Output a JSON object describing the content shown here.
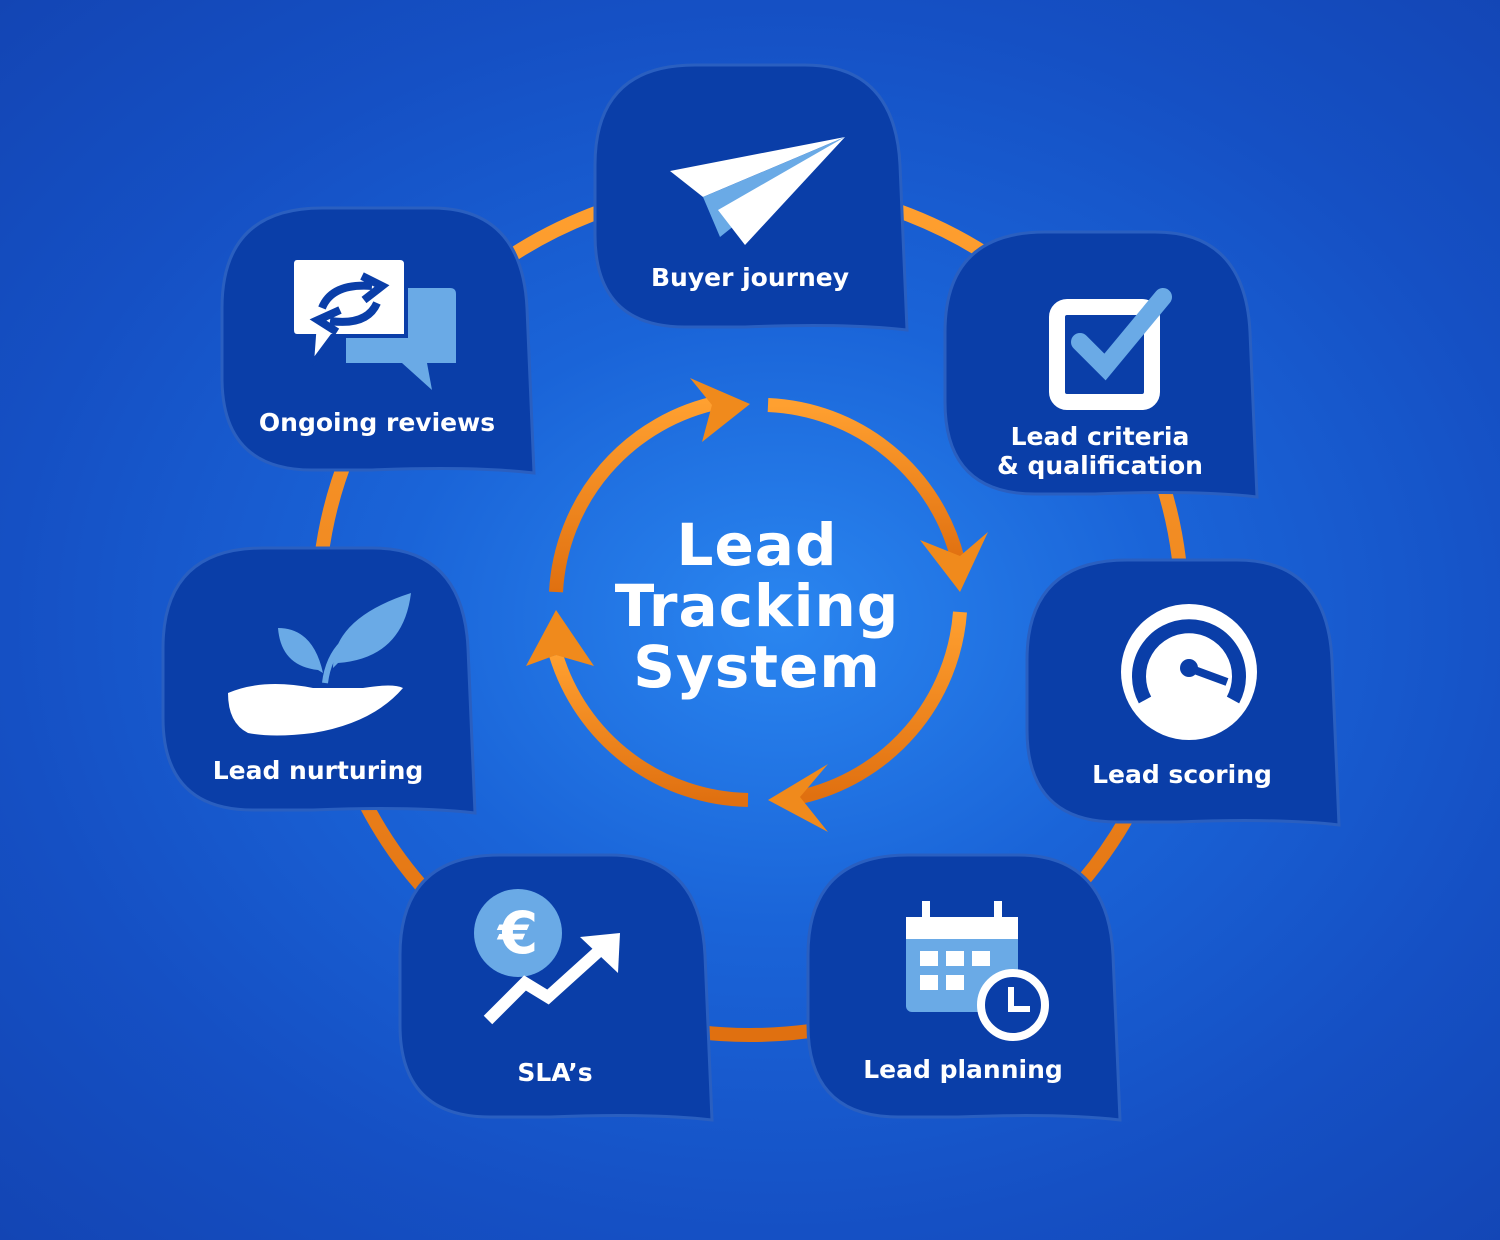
{
  "center_title": [
    "Lead",
    "Tracking",
    "System"
  ],
  "nodes": [
    {
      "label": [
        "Buyer journey"
      ],
      "icon": "paper-plane-icon"
    },
    {
      "label": [
        "Lead criteria",
        "& qualification"
      ],
      "icon": "checkbox-icon"
    },
    {
      "label": [
        "Lead scoring"
      ],
      "icon": "speedometer-icon"
    },
    {
      "label": [
        "Lead planning"
      ],
      "icon": "calendar-clock-icon"
    },
    {
      "label": [
        "SLA’s"
      ],
      "icon": "euro-growth-icon"
    },
    {
      "label": [
        "Lead nurturing"
      ],
      "icon": "hand-plant-icon"
    },
    {
      "label": [
        "Ongoing reviews"
      ],
      "icon": "chat-exchange-icon"
    }
  ],
  "colors": {
    "bubble": "#0a3ea8",
    "ring": "#f08a1c",
    "icon_light": "#6aaae6"
  }
}
